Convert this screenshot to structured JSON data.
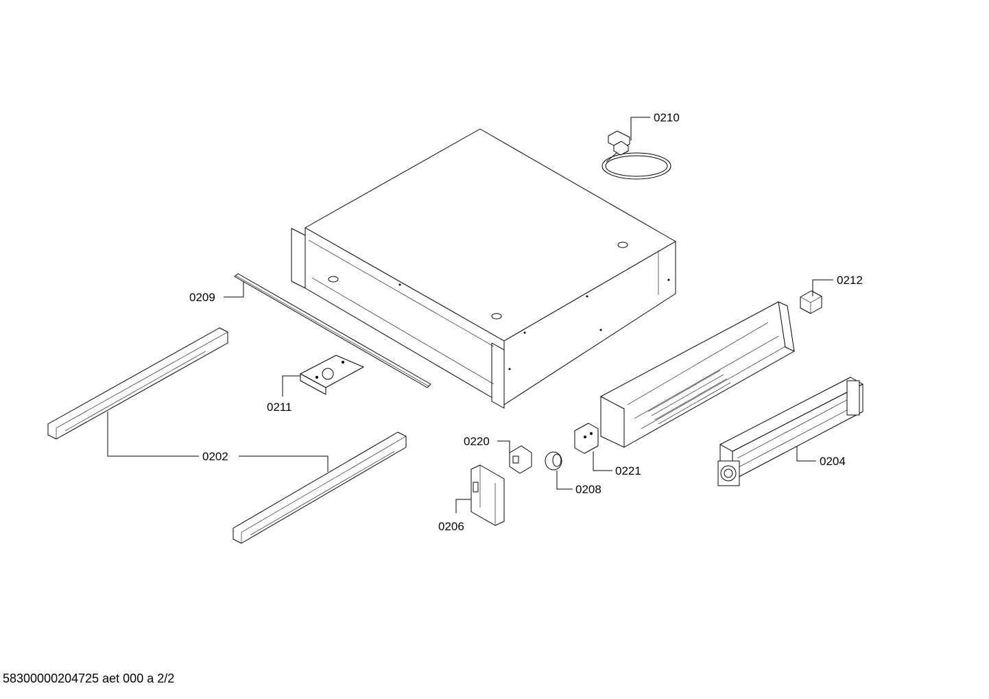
{
  "callouts": [
    {
      "id": "0210",
      "text": "0210"
    },
    {
      "id": "0212",
      "text": "0212"
    },
    {
      "id": "0209",
      "text": "0209"
    },
    {
      "id": "0211",
      "text": "0211"
    },
    {
      "id": "0202",
      "text": "0202"
    },
    {
      "id": "0220",
      "text": "0220"
    },
    {
      "id": "0221",
      "text": "0221"
    },
    {
      "id": "0204",
      "text": "0204"
    },
    {
      "id": "0208",
      "text": "0208"
    },
    {
      "id": "0206",
      "text": "0206"
    }
  ],
  "footer": {
    "document_code": "58300000204725 aet 000 a 2/2"
  }
}
